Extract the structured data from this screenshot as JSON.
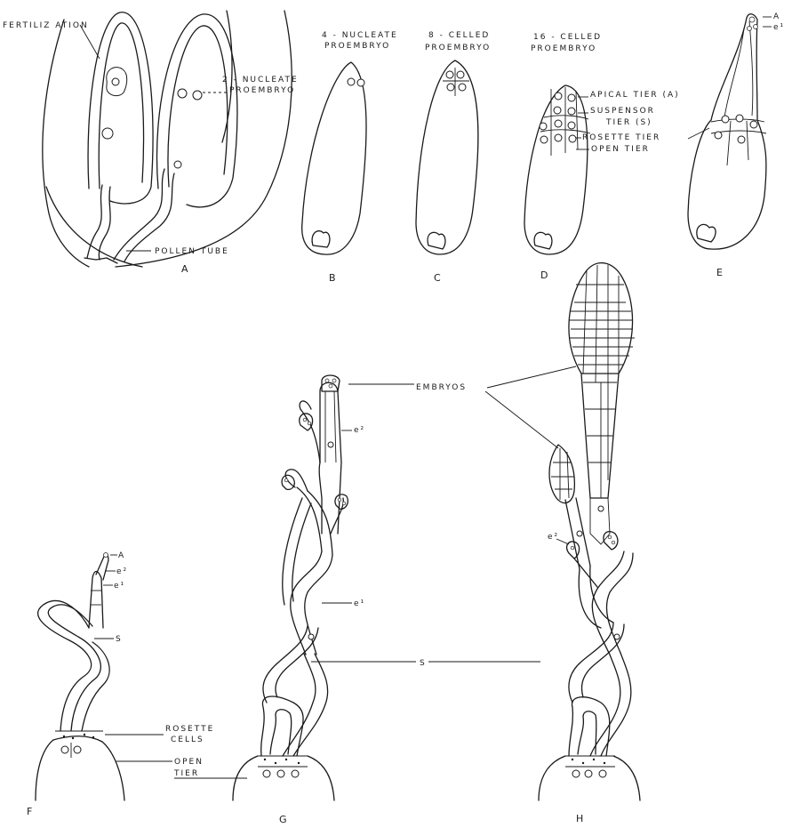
{
  "labels": {
    "fertilization": "FERTILIZ ATION",
    "two_nucleate": [
      "2 - NUCLEATE",
      "PROEMBRYO"
    ],
    "pollen_tube": "POLLEN TUBE",
    "four_nucleate": [
      "4 - NUCLEATE",
      "PROEMBRYO"
    ],
    "eight_celled": [
      "8 - CELLED",
      "PROEMBRYO"
    ],
    "sixteen_celled": [
      "16 - CELLED",
      "PROEMBRYO"
    ],
    "apical_tier": "APICAL TIER (A)",
    "suspensor_tier": [
      "SUSPENSOR",
      "TIER (S)"
    ],
    "rosette_tier": "ROSETTE TIER",
    "open_tier": "OPEN TIER",
    "e_a": "A",
    "e_e1": "e¹",
    "f_a": "A",
    "f_e2": "e²",
    "f_e1": "e¹",
    "f_s": "S",
    "rosette_cells": [
      "ROSETTE",
      "CELLS"
    ],
    "open_tier_f": [
      "OPEN",
      "TIER"
    ],
    "embryos": "EMBRYOS",
    "g_e2": "e²",
    "g_e1": "e¹",
    "h_e2": "e²",
    "s_center": "S"
  },
  "panels": [
    "A",
    "B",
    "C",
    "D",
    "E",
    "F",
    "G",
    "H"
  ]
}
